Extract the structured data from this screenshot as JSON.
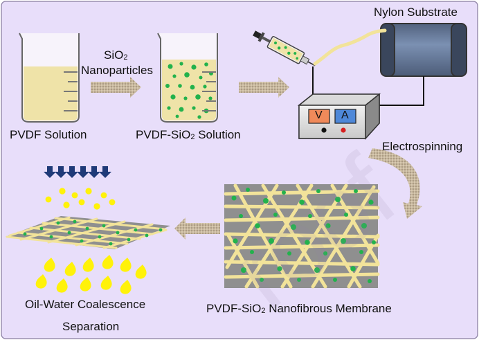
{
  "labels": {
    "nylon_substrate": "Nylon Substrate",
    "sio2_a": "SiO",
    "sio2_sub": "2",
    "nanoparticles": "Nanoparticles",
    "pvdf_solution": "PVDF Solution",
    "pvdf_sio2_solution_a": "PVDF-SiO",
    "pvdf_sio2_solution_sub": "2",
    "pvdf_sio2_solution_b": " Solution",
    "electrospinning": "Electrospinning",
    "membrane_a": "PVDF-SiO",
    "membrane_sub": "2",
    "membrane_b": " Nanofibrous Membrane",
    "oil_water_line1": "Oil-Water Coalescence",
    "oil_water_line2": "Separation",
    "power_v": "V",
    "power_a": "A",
    "watermark": "roof"
  },
  "colors": {
    "background": "#e8defa",
    "solution": "#efe3a8",
    "particle": "#22b24c",
    "fiber": "#f2e39a",
    "roller": "#6f85a8",
    "v_button": "#f08a5a",
    "a_button": "#4e88d8",
    "drop": "#fff20a",
    "down_arrow": "#1f3a78"
  }
}
